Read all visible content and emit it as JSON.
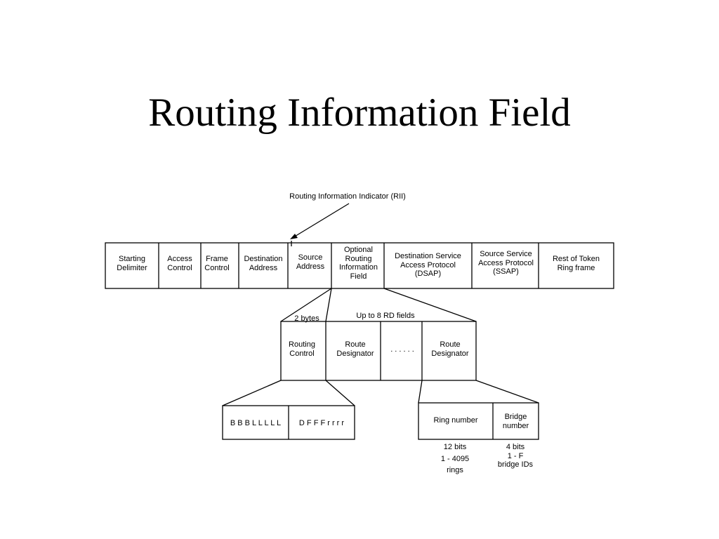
{
  "title": "Routing Information Field",
  "rii_label": "Routing  Information Indicator (RII)",
  "frame_fields": [
    "Starting\nDelimiter",
    "Access\nControl",
    "Frame\nControl",
    "Destination\nAddress",
    "Source\nAddress",
    "Optional\nRouting\nInformation\nField",
    "Destination Service\nAccess Protocol\n(DSAP)",
    "Source Service\nAccess Protocol\n(SSAP)",
    "Rest of Token\nRing frame"
  ],
  "two_bytes": "2 bytes",
  "rd_fields_note": "Up to 8 RD fields",
  "rif_fields": [
    "Routing\nControl",
    "Route\nDesignator",
    ". . . . . .",
    "Route\nDesignator"
  ],
  "routing_control_bits": [
    "B B B L L L L L",
    "D F F F r r r r"
  ],
  "route_designator_fields": [
    "Ring number",
    "Bridge\nnumber"
  ],
  "ring_notes": [
    "12 bits",
    "1 - 4095",
    "rings"
  ],
  "bridge_notes": "4 bits\n1 - F\nbridge IDs",
  "colors": {
    "line": "#000000",
    "background": "#ffffff"
  }
}
